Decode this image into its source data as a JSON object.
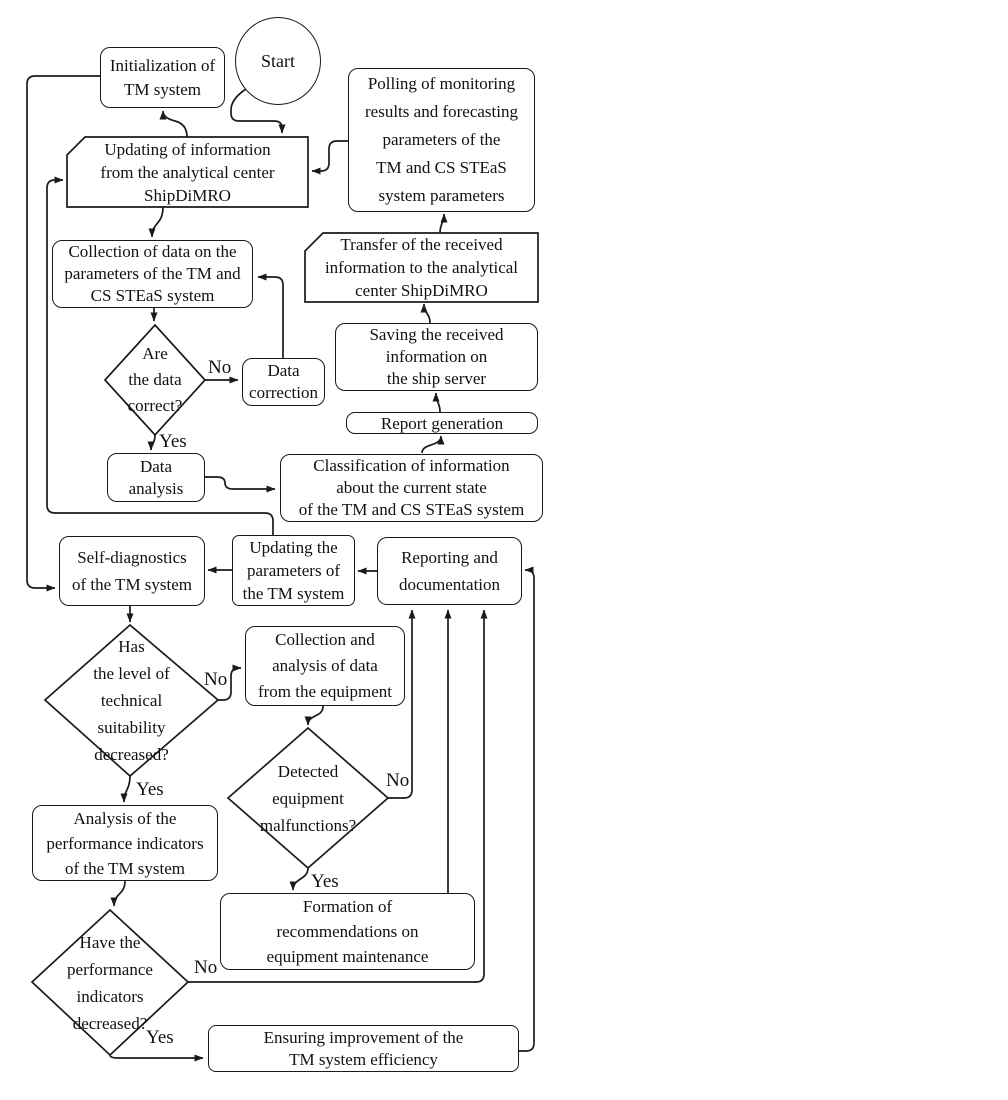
{
  "colors": {
    "stroke": "#1a1a1a",
    "background": "#ffffff",
    "text": "#111111"
  },
  "nodes": {
    "start": {
      "label": "Start"
    },
    "init": {
      "label": "Initialization of\nTM system"
    },
    "updating_info": {
      "label": "Updating of information\nfrom the analytical center\nShipDiMRO"
    },
    "polling": {
      "label": "Polling of monitoring\nresults and forecasting\nparameters of the\nTM and CS STEaS\nsystem parameters"
    },
    "transfer": {
      "label": "Transfer of the received\ninformation to the analytical\ncenter ShipDiMRO"
    },
    "collection_data": {
      "label": "Collection of data on the\nparameters of the TM and\nCS STEaS system"
    },
    "saving": {
      "label": "Saving the received\ninformation on\nthe ship server"
    },
    "are_data_correct": {
      "label": "Are\nthe data\ncorrect?"
    },
    "data_correction": {
      "label": "Data\ncorrection"
    },
    "report_generation": {
      "label": "Report generation"
    },
    "data_analysis": {
      "label": "Data\nanalysis"
    },
    "classification": {
      "label": "Classification of information\nabout the current state\nof the TM and CS STEaS system"
    },
    "self_diagnostics": {
      "label": "Self-diagnostics\nof the TM system"
    },
    "updating_params": {
      "label": "Updating the\nparameters of\nthe TM system"
    },
    "reporting": {
      "label": "Reporting and\ndocumentation"
    },
    "has_level": {
      "label": "Has\nthe level of\ntechnical\nsuitability\ndecreased?"
    },
    "collection_analysis": {
      "label": "Collection and\nanalysis of data\nfrom the equipment"
    },
    "detected": {
      "label": "Detected\nequipment\nmalfunctions?"
    },
    "analysis_perf": {
      "label": "Analysis of the\nperformance indicators\nof the TM system"
    },
    "formation": {
      "label": "Formation of\nrecommendations on\nequipment maintenance"
    },
    "have_perf": {
      "label": "Have the\nperformance\nindicators\ndecreased?"
    },
    "ensuring": {
      "label": "Ensuring improvement of the\nTM system efficiency"
    }
  },
  "edge_labels": {
    "data_correct_no": "No",
    "data_correct_yes": "Yes",
    "has_level_no": "No",
    "has_level_yes": "Yes",
    "detected_no": "No",
    "detected_yes": "Yes",
    "have_perf_no": "No",
    "have_perf_yes": "Yes"
  }
}
